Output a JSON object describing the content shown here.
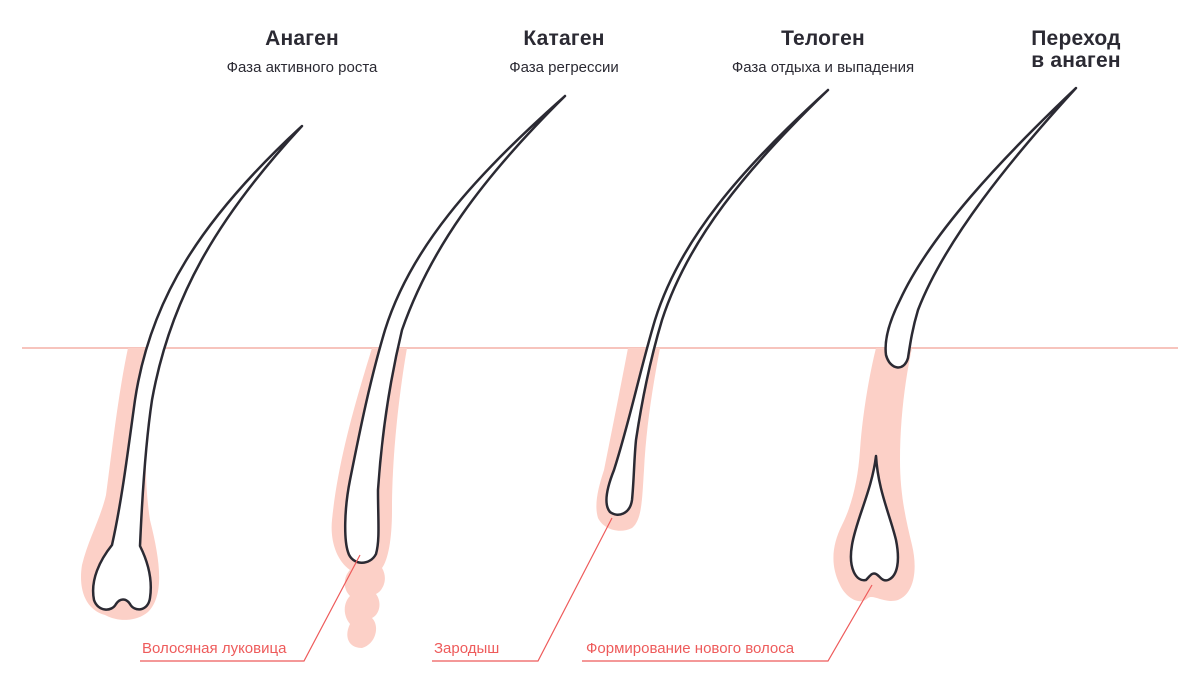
{
  "phases": [
    {
      "title": "Анаген",
      "subtitle": "Фаза активного роста"
    },
    {
      "title": "Катаген",
      "subtitle": "Фаза регрессии"
    },
    {
      "title": "Телоген",
      "subtitle": "Фаза отдыха и выпадения"
    },
    {
      "title_line1": "Переход",
      "title_line2": "в анаген"
    }
  ],
  "callouts": {
    "bulb": "Волосяная луковица",
    "germ": "Зародыш",
    "new_hair": "Формирование нового волоса"
  },
  "colors": {
    "text": "#2b2a33",
    "skin_line": "#f7c4bd",
    "follicle": "#fcd0c7",
    "accent": "#ee5b5b",
    "hair_stroke": "#2b2a33"
  }
}
